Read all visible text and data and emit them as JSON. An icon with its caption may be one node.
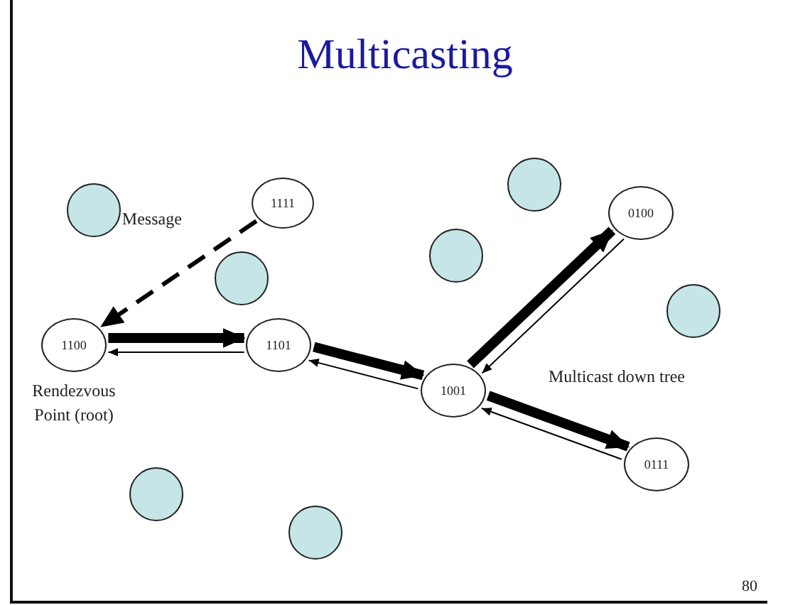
{
  "diagram": {
    "title": "Multicasting",
    "nodes": [
      {
        "text": [
          "1111"
        ]
      },
      {
        "text": [
          "1100"
        ],
        "beside": [
          "Rendezvous Point (root)"
        ]
      },
      {
        "text": [
          "1101"
        ]
      },
      {
        "text": [
          "1001"
        ]
      },
      {
        "text": [
          "0100"
        ]
      },
      {
        "text": [
          "0111"
        ]
      },
      {
        "text": [],
        "shape": "circle"
      },
      {
        "text": [],
        "shape": "circle"
      },
      {
        "text": [],
        "shape": "circle"
      },
      {
        "text": [],
        "shape": "circle"
      },
      {
        "text": [],
        "shape": "circle"
      },
      {
        "text": [],
        "shape": "circle"
      },
      {
        "text": [],
        "shape": "circle"
      }
    ],
    "edges": [
      {
        "from": 0,
        "to": 1,
        "arrow": "to",
        "style": "dashed",
        "label": "Message"
      },
      {
        "from": 1,
        "to": 2,
        "arrow": "to",
        "style": "thick"
      },
      {
        "from": 2,
        "to": 1,
        "arrow": "to"
      },
      {
        "from": 2,
        "to": 3,
        "arrow": "to",
        "style": "thick"
      },
      {
        "from": 3,
        "to": 2,
        "arrow": "to"
      },
      {
        "from": 3,
        "to": 4,
        "arrow": "to",
        "style": "thick"
      },
      {
        "from": 4,
        "to": 3,
        "arrow": "to"
      },
      {
        "from": 3,
        "to": 5,
        "arrow": "to",
        "style": "thick"
      },
      {
        "from": 5,
        "to": 3,
        "arrow": "to"
      }
    ],
    "labels": [
      "Multicast down tree",
      "80"
    ]
  }
}
